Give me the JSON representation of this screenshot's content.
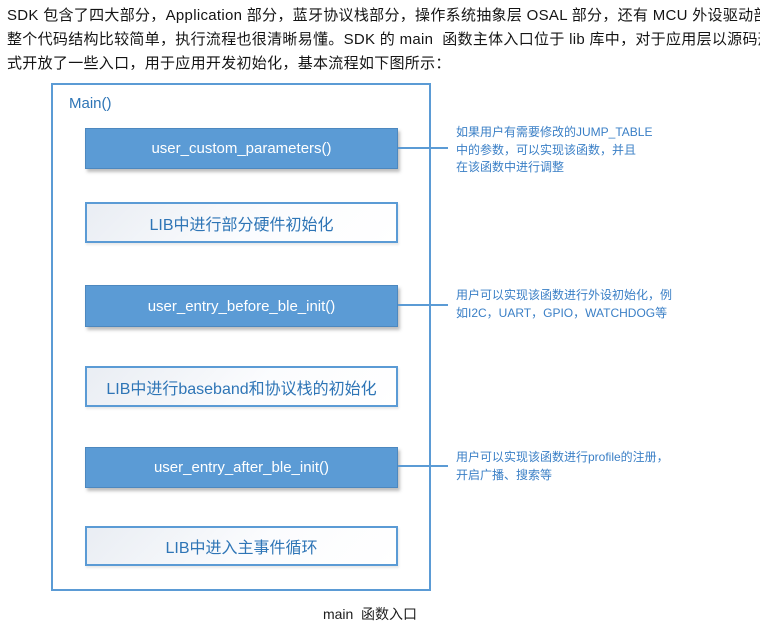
{
  "intro": {
    "lines": [
      "SDK 包含了四大部分，Application 部分，蓝牙协议栈部分，操作系统抽象层 OSAL 部分，还有 MCU 外设驱动部分。",
      "整个代码结构比较简单，执行流程也很清晰易懂。SDK 的 main  函数主体入口位于 lib 库中，对于应用层以源码形",
      "式开放了一些入口，用于应用开发初始化，基本流程如下图所示："
    ]
  },
  "diagram": {
    "container_label": "Main()",
    "boxes": [
      {
        "label": "user_custom_parameters()",
        "style": "solid-blue"
      },
      {
        "label": "LIB中进行部分硬件初始化",
        "style": "outlined"
      },
      {
        "label": "user_entry_before_ble_init()",
        "style": "solid-blue"
      },
      {
        "label": "LIB中进行baseband和协议栈的初始化",
        "style": "outlined"
      },
      {
        "label": "user_entry_after_ble_init()",
        "style": "solid-blue"
      },
      {
        "label": "LIB中进入主事件循环",
        "style": "outlined"
      }
    ],
    "annotations": [
      {
        "lines": [
          "如果用户有需要修改的JUMP_TABLE",
          "中的参数，可以实现该函数，并且",
          "在该函数中进行调整"
        ]
      },
      {
        "lines": [
          "用户可以实现该函数进行外设初始化，例",
          "如I2C，UART，GPIO，WATCHDOG等"
        ]
      },
      {
        "lines": [
          "用户可以实现该函数进行profile的注册，",
          "开启广播、搜索等"
        ]
      }
    ],
    "colors": {
      "accent_blue": "#5B9BD5",
      "label_blue": "#2E75B6",
      "annotation_blue": "#3a7fc6",
      "body_text": "#141414"
    }
  },
  "caption": "main  函数入口"
}
